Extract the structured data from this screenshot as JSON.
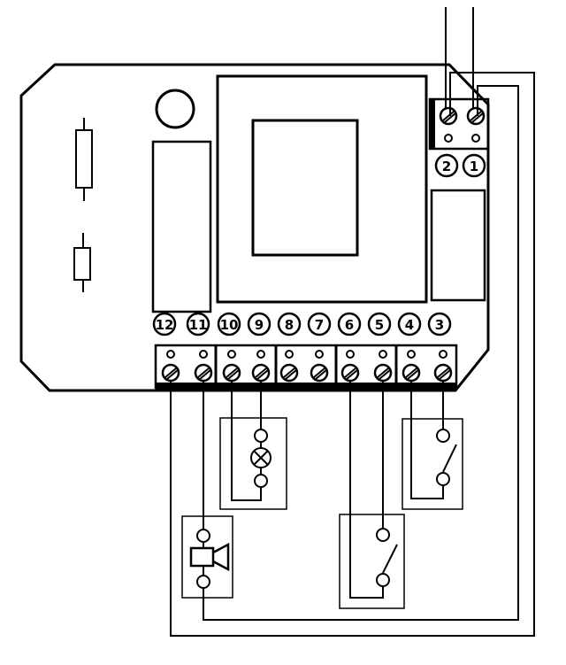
{
  "terminals_bottom": [
    {
      "id": "t12",
      "label": "12"
    },
    {
      "id": "t11",
      "label": "11"
    },
    {
      "id": "t10",
      "label": "10"
    },
    {
      "id": "t9",
      "label": "9"
    },
    {
      "id": "t8",
      "label": "8"
    },
    {
      "id": "t7",
      "label": "7"
    },
    {
      "id": "t6",
      "label": "6"
    },
    {
      "id": "t5",
      "label": "5"
    },
    {
      "id": "t4",
      "label": "4"
    },
    {
      "id": "t3",
      "label": "3"
    }
  ],
  "terminals_top": [
    {
      "id": "t2",
      "label": "2"
    },
    {
      "id": "t1",
      "label": "1"
    }
  ],
  "components": {
    "lamp": "lamp-icon",
    "siren": "siren-icon",
    "switch_a": "switch-icon",
    "switch_b": "switch-icon",
    "resistor_a": "resistor-icon",
    "resistor_b": "resistor-icon"
  }
}
